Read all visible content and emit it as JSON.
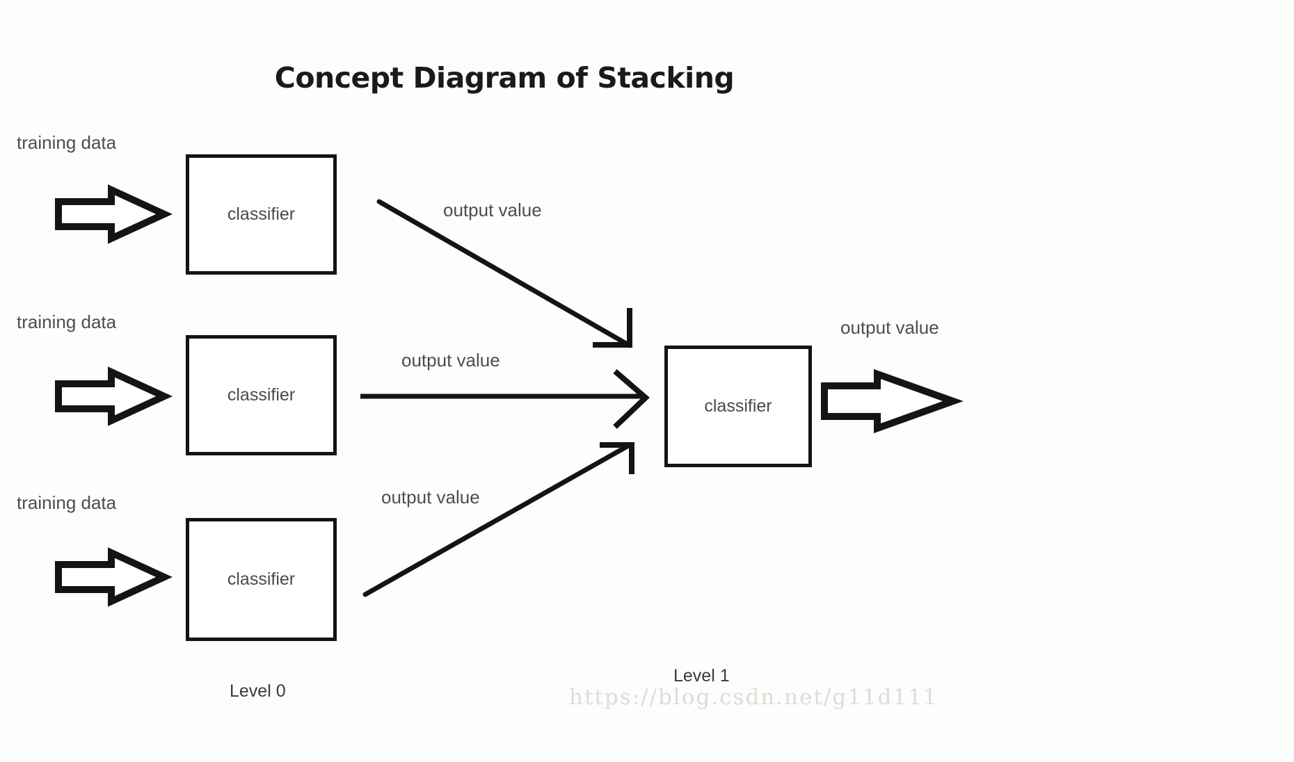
{
  "title": "Concept Diagram of Stacking",
  "level0": {
    "label": "Level 0",
    "rows": [
      {
        "input_label": "training data",
        "box_label": "classifier",
        "edge_label": "output value"
      },
      {
        "input_label": "training data",
        "box_label": "classifier",
        "edge_label": "output value"
      },
      {
        "input_label": "training data",
        "box_label": "classifier",
        "edge_label": "output value"
      }
    ]
  },
  "level1": {
    "label": "Level 1",
    "box_label": "classifier",
    "output_label": "output value"
  },
  "watermark": "https://blog.csdn.net/g11d111",
  "colors": {
    "stroke": "#141414",
    "text": "#4d4d4d",
    "title": "#1a1a1a",
    "background": "#fdfdfc",
    "watermark": "#dcdcd8"
  },
  "icons": {
    "block_arrow": "block-arrow-right-icon",
    "line_arrow": "line-arrow-icon"
  }
}
